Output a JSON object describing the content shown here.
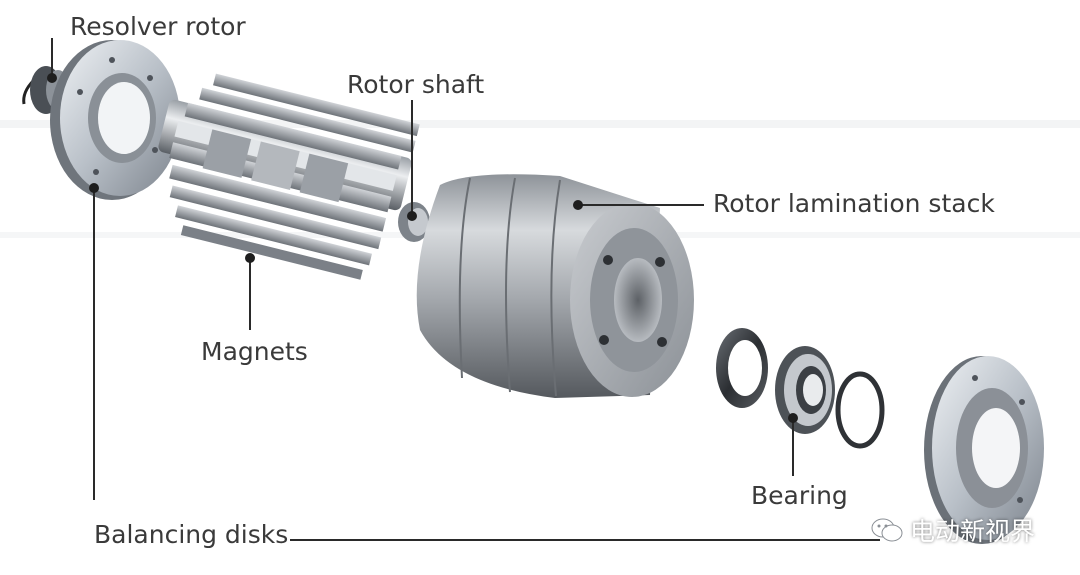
{
  "labels": {
    "resolver_rotor": "Resolver rotor",
    "rotor_shaft": "Rotor shaft",
    "rotor_lamination_stack": "Rotor lamination stack",
    "magnets": "Magnets",
    "bearing": "Bearing",
    "balancing_disks": "Balancing disks"
  },
  "watermark": {
    "text": "电动新视界",
    "icon": "wechat-icon"
  },
  "colors": {
    "label_text": "#3a3a3a",
    "leader_line": "#2a2a2a",
    "metal_light": "#d9dde2",
    "metal_dark": "#5c6168"
  }
}
